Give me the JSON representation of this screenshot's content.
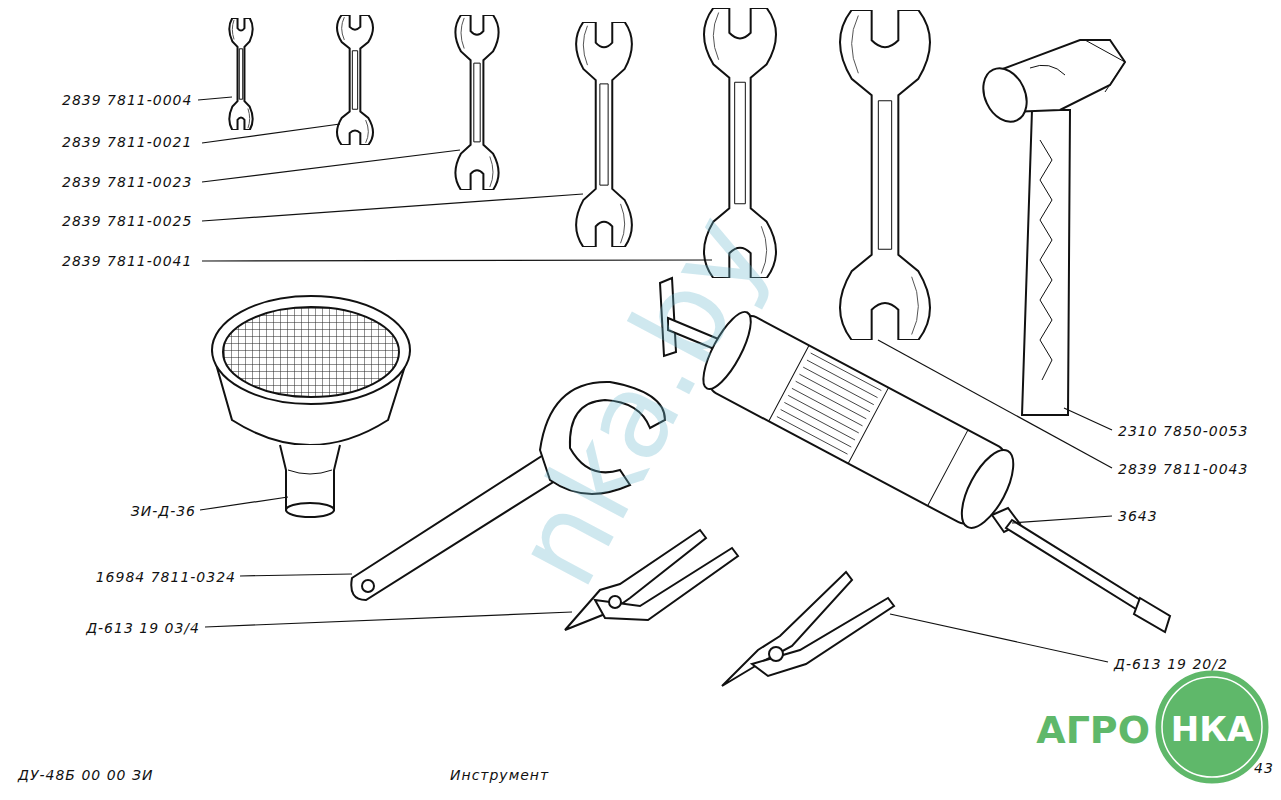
{
  "diagram": {
    "labels": [
      "2839 7811-0004",
      "2839 7811-0021",
      "2839 7811-0023",
      "2839 7811-0025",
      "2839 7811-0041",
      "2310 7850-0053",
      "2839 7811-0043",
      "3643",
      "ЗИ-Д-36",
      "16984 7811-0324",
      "Д-613 19 03/4",
      "Д-613 19 20/2",
      "ДУ-48Б 00 00 ЗИ",
      "Инструмент",
      "43",
      "nka.by",
      "АГРО",
      "НКА"
    ]
  }
}
